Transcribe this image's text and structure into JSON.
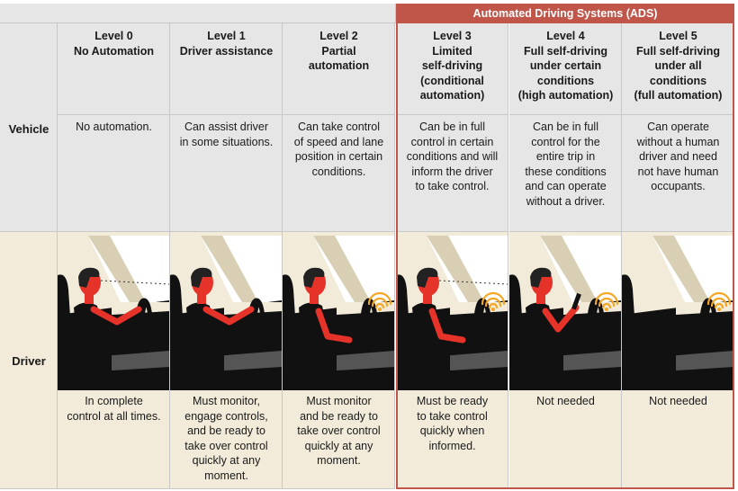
{
  "title": "Automated Driving Systems (ADS)",
  "row_labels": {
    "vehicle": "Vehicle",
    "driver": "Driver"
  },
  "colors": {
    "accent": "#c0564a",
    "header_bg": "#e6e6e6",
    "driver_bg": "#f2ebda",
    "skin": "#e6332a",
    "hair": "#222222",
    "signal": "#f5a623"
  },
  "levels": [
    {
      "level": "Level 0",
      "name_lines": [
        "No Automation"
      ],
      "vehicle_lines": [
        "No automation."
      ],
      "driver_lines": [
        "In complete",
        "control at all times."
      ]
    },
    {
      "level": "Level 1",
      "name_lines": [
        "Driver assistance"
      ],
      "vehicle_lines": [
        "Can assist driver",
        "in some situations."
      ],
      "driver_lines": [
        "Must monitor,",
        "engage controls,",
        "and be ready to",
        "take over control",
        "quickly at any",
        "moment."
      ]
    },
    {
      "level": "Level 2",
      "name_lines": [
        "Partial",
        "automation"
      ],
      "vehicle_lines": [
        "Can take control",
        "of speed and lane",
        "position in certain",
        "conditions."
      ],
      "driver_lines": [
        "Must monitor",
        "and be ready to",
        "take over control",
        "quickly at any",
        "moment."
      ]
    },
    {
      "level": "Level 3",
      "name_lines": [
        "Limited",
        "self-driving",
        "(conditional",
        "automation)"
      ],
      "vehicle_lines": [
        "Can be in full",
        "control in certain",
        "conditions and will",
        "inform the driver",
        "to take control."
      ],
      "driver_lines": [
        "Must be ready",
        "to take control",
        "quickly when",
        "informed."
      ]
    },
    {
      "level": "Level 4",
      "name_lines": [
        "Full self-driving",
        "under certain",
        "conditions",
        "(high automation)"
      ],
      "vehicle_lines": [
        "Can be in full",
        "control for the",
        "entire trip in",
        "these conditions",
        "and can operate",
        "without a driver."
      ],
      "driver_lines": [
        "Not needed"
      ]
    },
    {
      "level": "Level 5",
      "name_lines": [
        "Full self-driving",
        "under all",
        "conditions",
        "(full automation)"
      ],
      "vehicle_lines": [
        "Can operate",
        "without a human",
        "driver and need",
        "not have human",
        "occupants."
      ],
      "driver_lines": [
        "Not needed"
      ]
    }
  ]
}
